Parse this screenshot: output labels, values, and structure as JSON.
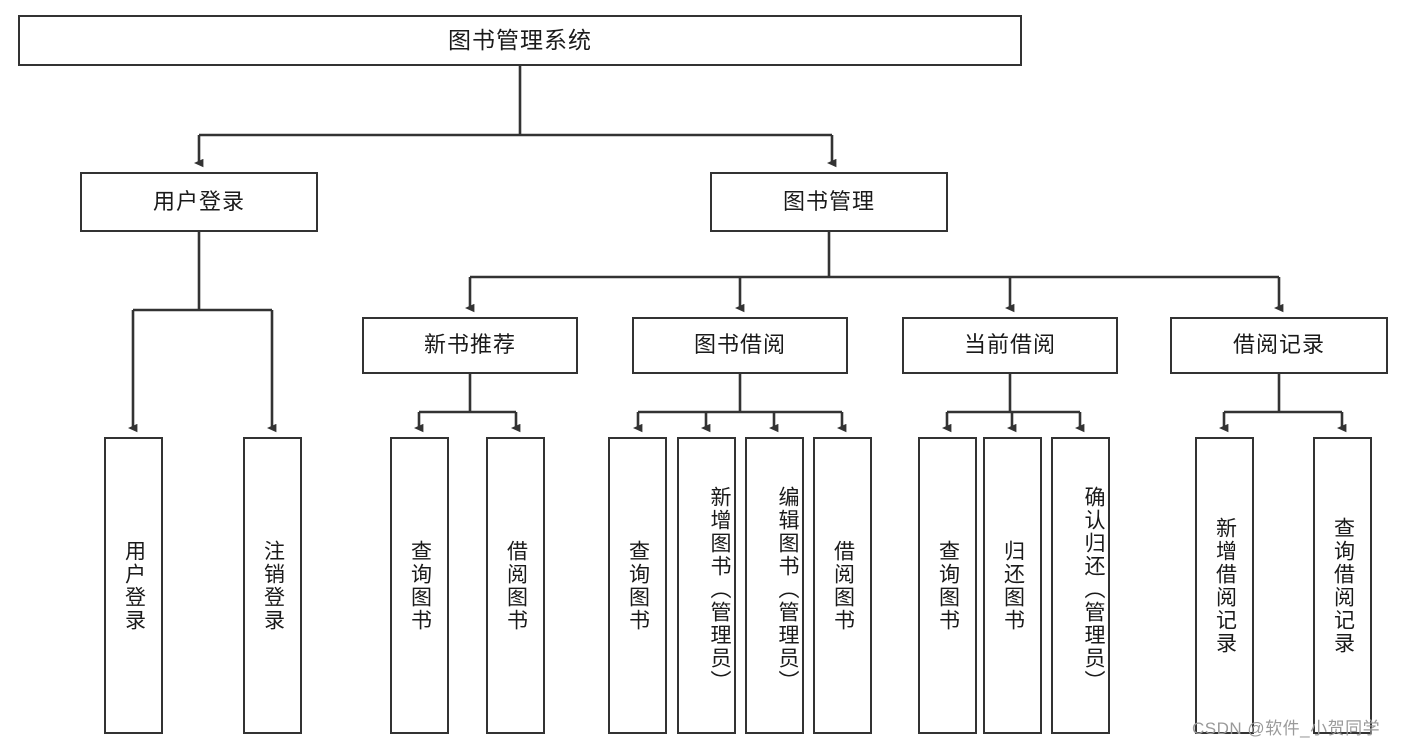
{
  "diagram": {
    "type": "tree",
    "title": "图书管理系统",
    "root": {
      "label": "图书管理系统"
    },
    "level2": [
      {
        "id": "user-login",
        "label": "用户登录"
      },
      {
        "id": "book-manage",
        "label": "图书管理"
      }
    ],
    "level3": [
      {
        "id": "new-book-recommend",
        "label": "新书推荐",
        "parent": "book-manage"
      },
      {
        "id": "book-borrow",
        "label": "图书借阅",
        "parent": "book-manage"
      },
      {
        "id": "current-borrow",
        "label": "当前借阅",
        "parent": "book-manage"
      },
      {
        "id": "borrow-record",
        "label": "借阅记录",
        "parent": "book-manage"
      }
    ],
    "leaves": {
      "user-login": [
        {
          "id": "leaf-user-login",
          "label": "用户登录"
        },
        {
          "id": "leaf-user-logout",
          "label": "注销登录"
        }
      ],
      "new-book-recommend": [
        {
          "id": "leaf-query-book-1",
          "label": "查询图书"
        },
        {
          "id": "leaf-borrow-book-1",
          "label": "借阅图书"
        }
      ],
      "book-borrow": [
        {
          "id": "leaf-query-book-2",
          "label": "查询图书"
        },
        {
          "id": "leaf-add-book",
          "label": "新增图书（管理员）"
        },
        {
          "id": "leaf-edit-book",
          "label": "编辑图书（管理员）"
        },
        {
          "id": "leaf-borrow-book-2",
          "label": "借阅图书"
        }
      ],
      "current-borrow": [
        {
          "id": "leaf-query-book-3",
          "label": "查询图书"
        },
        {
          "id": "leaf-return-book",
          "label": "归还图书"
        },
        {
          "id": "leaf-confirm-return",
          "label": "确认归还（管理员）"
        }
      ],
      "borrow-record": [
        {
          "id": "leaf-add-record",
          "label": "新增借阅记录"
        },
        {
          "id": "leaf-query-record",
          "label": "查询借阅记录"
        }
      ]
    }
  },
  "watermark": {
    "text": "CSDN @软件_小贺同学"
  },
  "colors": {
    "box_border": "#333333",
    "box_fill": "#ffffff",
    "line": "#333333",
    "text": "#1a1a1a",
    "watermark": "#9a9a9a"
  }
}
